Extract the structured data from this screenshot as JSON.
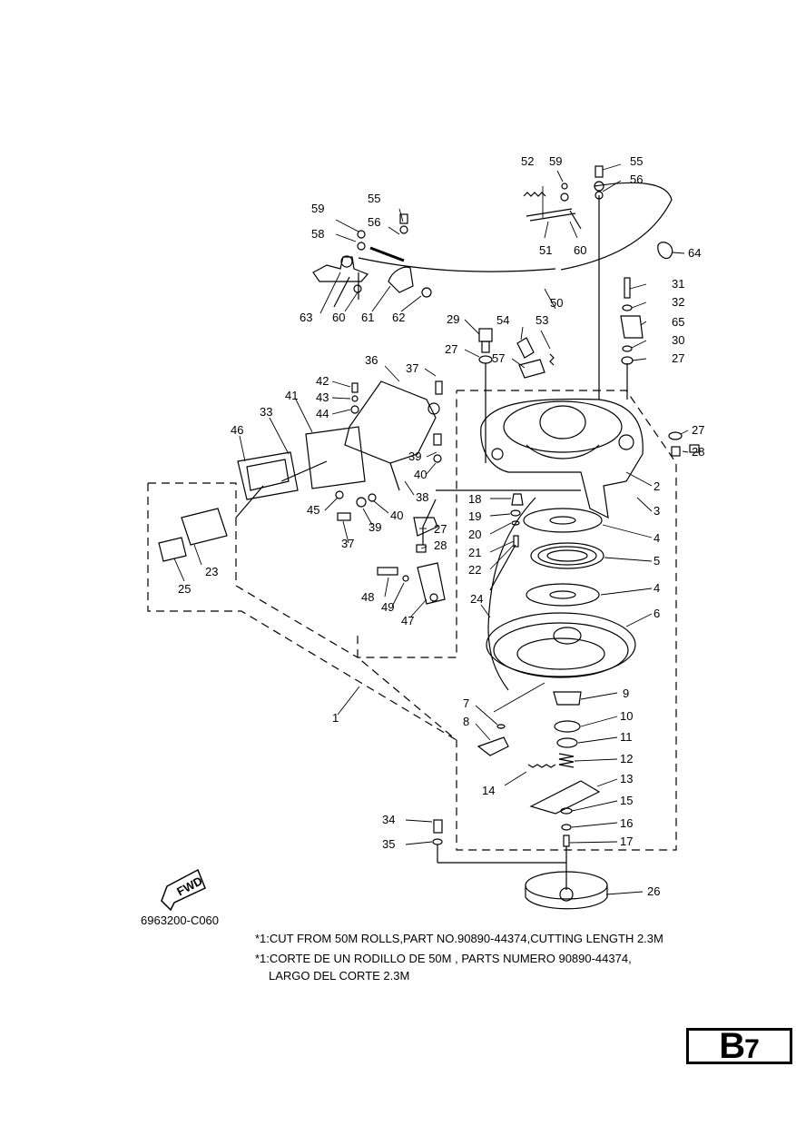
{
  "diagram": {
    "part_labels": {
      "p1": "1",
      "p2": "2",
      "p3": "3",
      "p4a": "4",
      "p4b": "4",
      "p5": "5",
      "p6": "6",
      "p7": "7",
      "p8": "8",
      "p9": "9",
      "p10": "10",
      "p11": "11",
      "p12": "12",
      "p13": "13",
      "p14": "14",
      "p15": "15",
      "p16": "16",
      "p17": "17",
      "p18": "18",
      "p19": "19",
      "p20": "20",
      "p21": "21",
      "p22": "22",
      "p23": "23",
      "p24": "24",
      "p25": "25",
      "p26": "26",
      "p27a": "27",
      "p27b": "27",
      "p27c": "27",
      "p27d": "27",
      "p28a": "28",
      "p28b": "28",
      "p29": "29",
      "p30": "30",
      "p31": "31",
      "p32": "32",
      "p33": "33",
      "p34": "34",
      "p35": "35",
      "p36": "36",
      "p37a": "37",
      "p37b": "37",
      "p38": "38",
      "p39a": "39",
      "p39b": "39",
      "p40a": "40",
      "p40b": "40",
      "p41": "41",
      "p42": "42",
      "p43": "43",
      "p44": "44",
      "p45": "45",
      "p46": "46",
      "p47": "47",
      "p48": "48",
      "p49": "49",
      "p50": "50",
      "p51": "51",
      "p52": "52",
      "p53": "53",
      "p54": "54",
      "p55a": "55",
      "p55b": "55",
      "p56a": "56",
      "p56b": "56",
      "p57": "57",
      "p58": "58",
      "p59a": "59",
      "p59b": "59",
      "p60a": "60",
      "p60b": "60",
      "p61": "61",
      "p62": "62",
      "p63": "63",
      "p64": "64",
      "p65": "65"
    },
    "fwd_label": "FWD"
  },
  "figure_code": "6963200-C060",
  "notes": {
    "line1": "*1:CUT FROM 50M ROLLS,PART NO.90890-44374,CUTTING LENGTH 2.3M",
    "line2": "*1:CORTE DE UN RODILLO DE 50M , PARTS NUMERO 90890-44374,",
    "line3": "LARGO DEL CORTE 2.3M"
  },
  "page_badge": {
    "letter": "B",
    "number": "7"
  }
}
